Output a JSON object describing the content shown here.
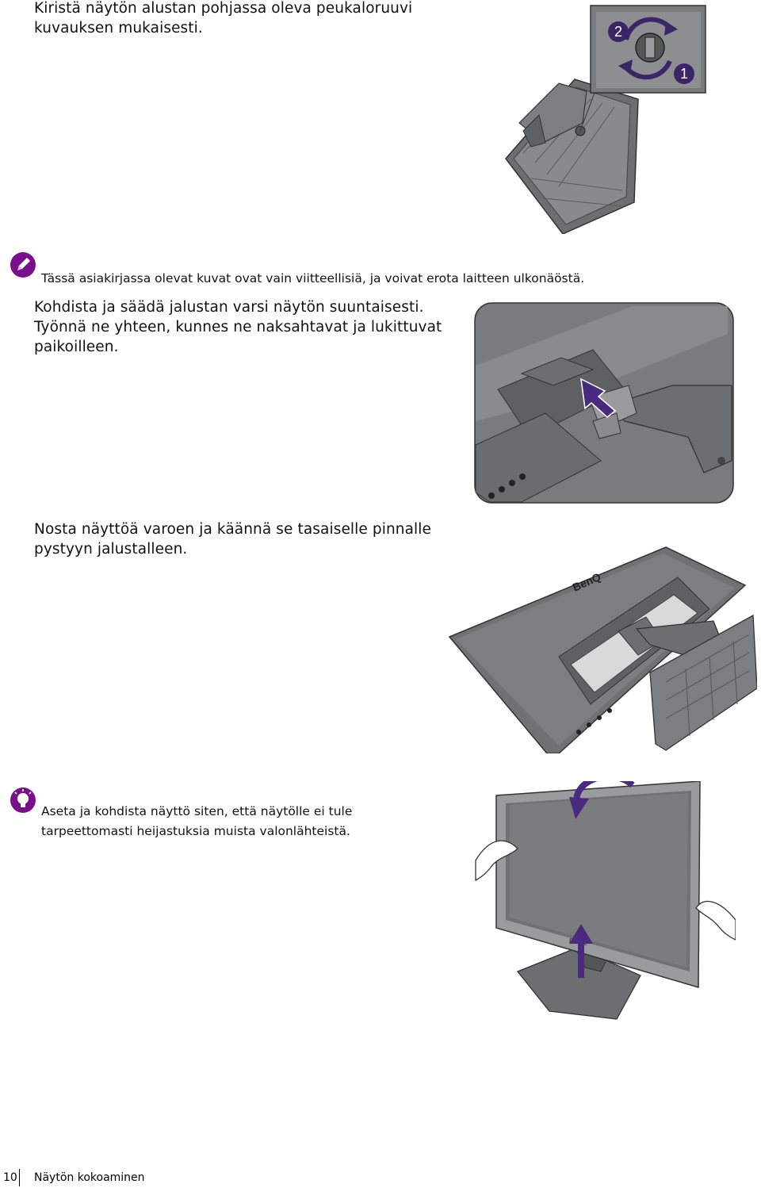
{
  "steps": [
    {
      "lines": [
        "Kiristä näytön alustan pohjassa oleva peukaloruuvi",
        "kuvauksen mukaisesti."
      ]
    },
    {
      "lines": [
        "Kohdista ja säädä jalustan varsi näytön suuntaisesti.",
        "Työnnä ne yhteen, kunnes ne naksahtavat ja lukittuvat",
        "paikoilleen."
      ]
    },
    {
      "lines": [
        "Nosta näyttöä varoen ja käännä se tasaiselle pinnalle",
        "pystyyn jalustalleen."
      ]
    }
  ],
  "notes": [
    {
      "icon": "pencil-icon",
      "lines": [
        "Tässä asiakirjassa olevat kuvat ovat vain viitteellisiä, ja voivat erota laitteen ulkonäöstä."
      ]
    },
    {
      "icon": "lightbulb-icon",
      "lines": [
        "Aseta ja kohdista näyttö siten, että näytölle ei tule",
        "tarpeettomasti heijastuksia muista valonlähteistä."
      ]
    }
  ],
  "illustrations": {
    "screw_callout_numbers": [
      "2",
      "1"
    ],
    "brand": "BenQ"
  },
  "colors": {
    "accent": "#7a0f8c",
    "arrow": "#4a2a7f",
    "plastic": "#6d6e70",
    "plastic_light": "#8a8b8d"
  },
  "footer": {
    "page_number": "10",
    "section": "Näytön kokoaminen"
  }
}
